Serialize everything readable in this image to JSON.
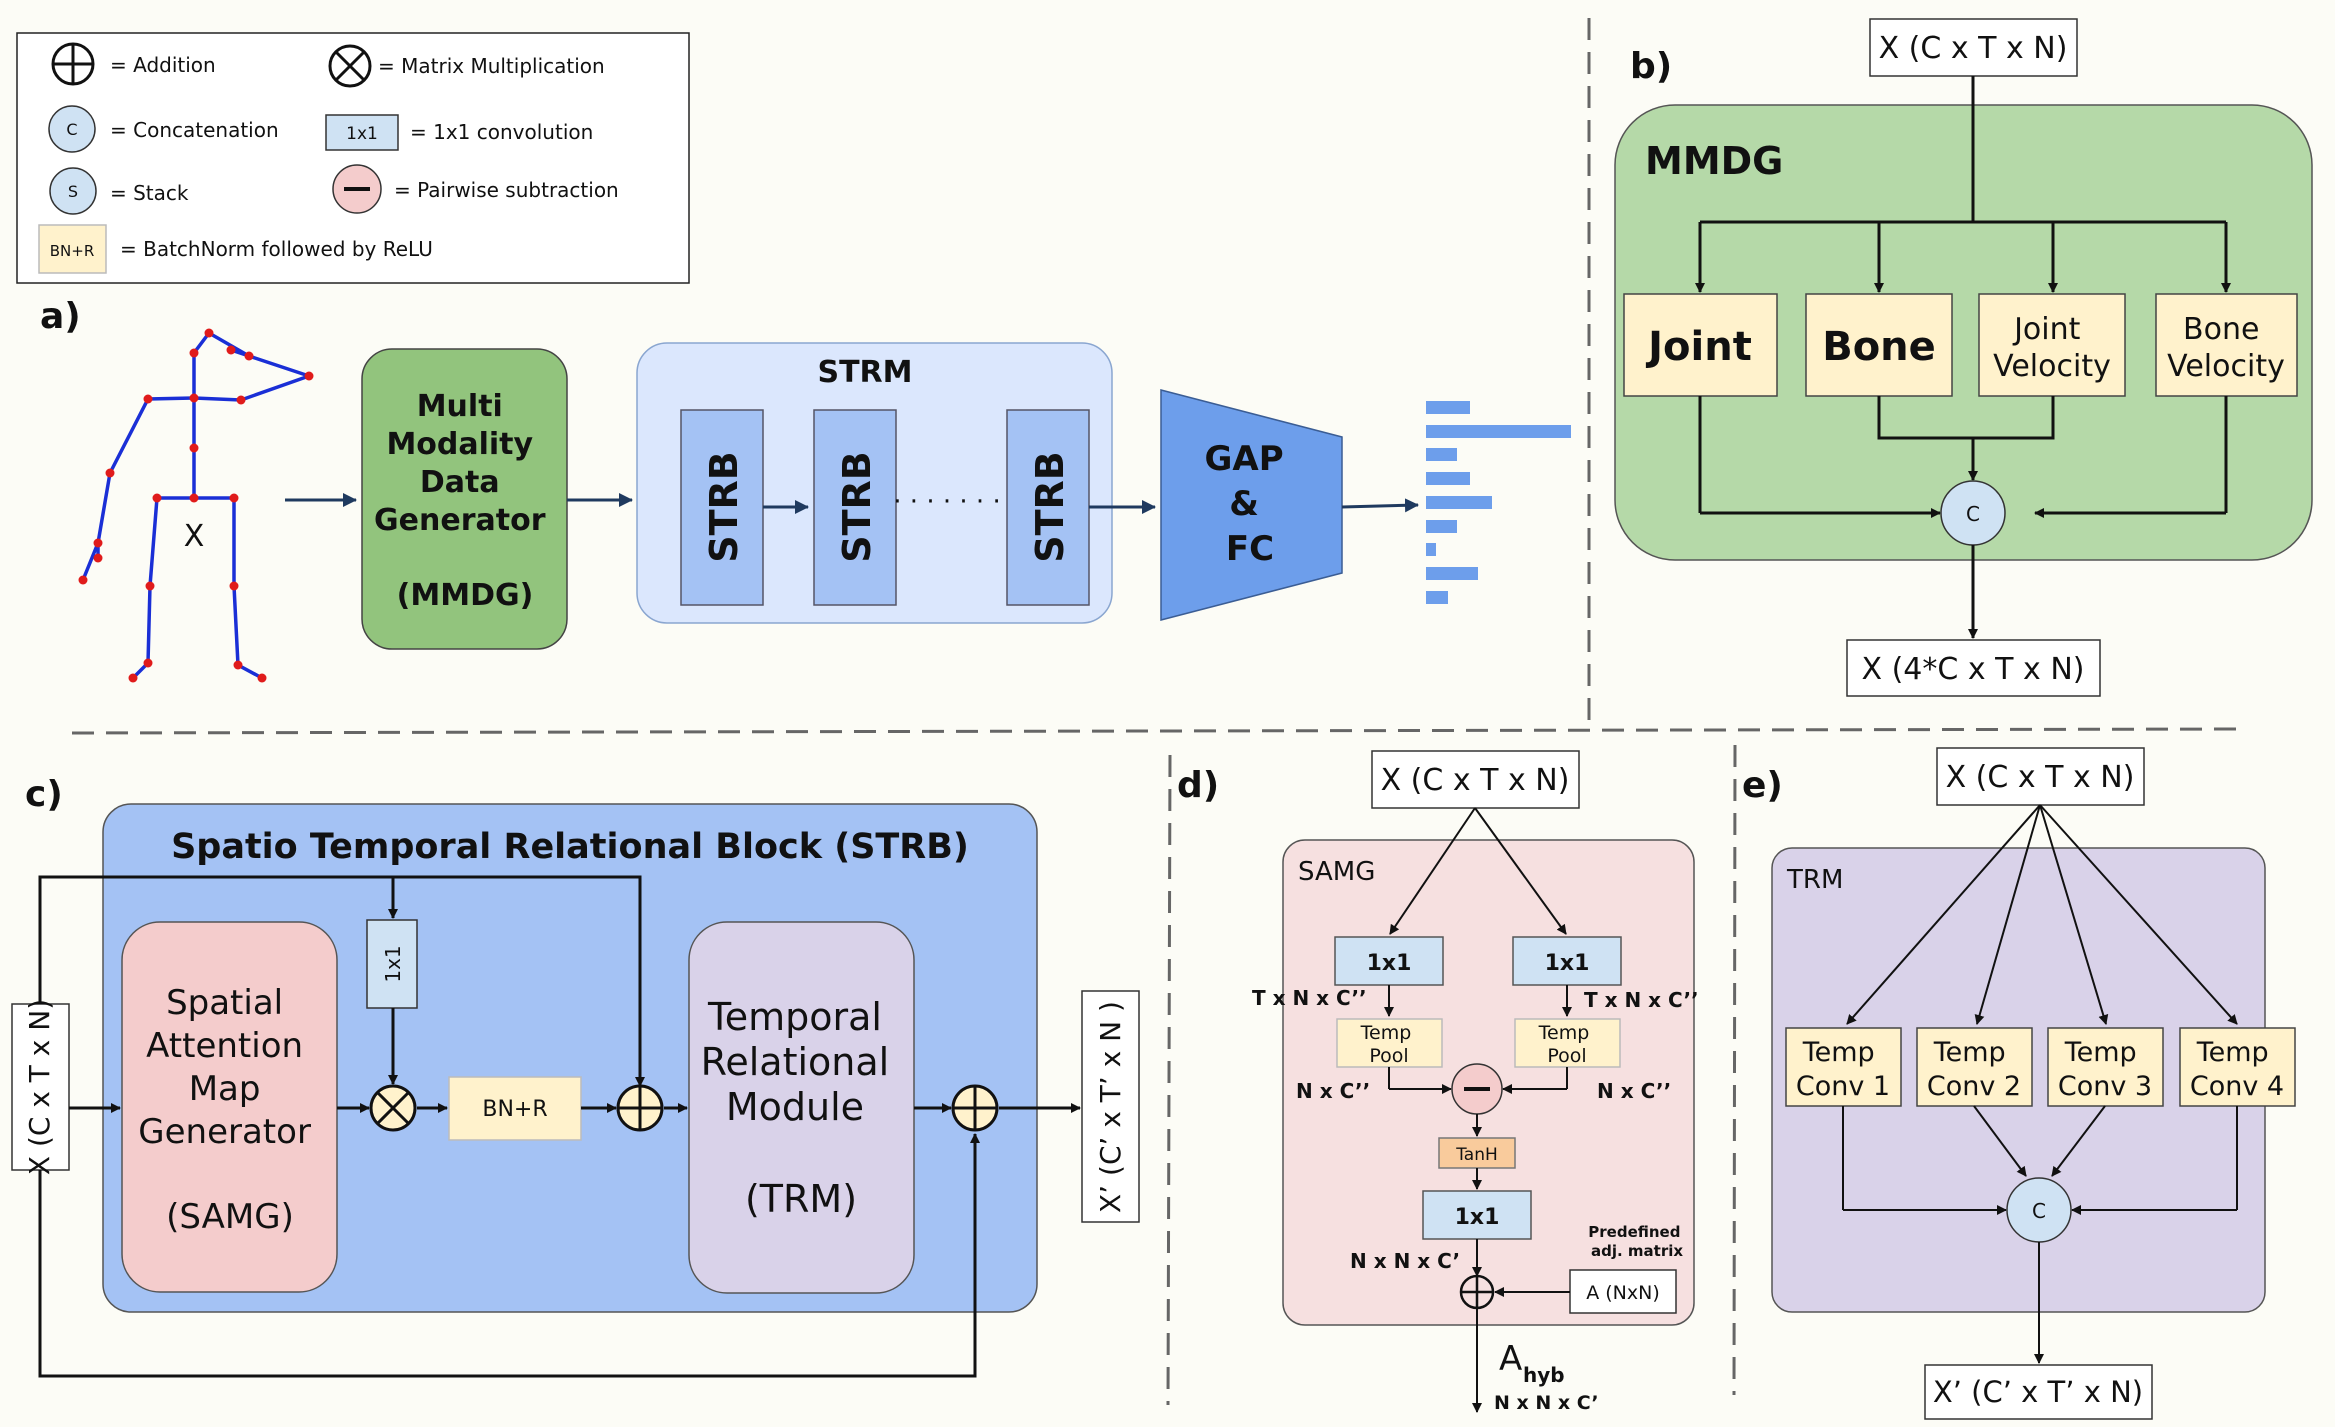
{
  "legend": {
    "addition": "= Addition",
    "matmul": "= Matrix Multiplication",
    "concat_glyph": "C",
    "concat": "= Concatenation",
    "conv_box": "1x1",
    "conv": "= 1x1 convolution",
    "stack_glyph": "S",
    "stack": "= Stack",
    "pairwise": "= Pairwise subtraction",
    "bnr_box": "BN+R",
    "bnr": "= BatchNorm followed by ReLU"
  },
  "panel_a": {
    "label": "a)",
    "skeleton_label": "X",
    "mmdg": [
      "Multi",
      "Modality",
      "Data",
      "Generator",
      "(MMDG)"
    ],
    "strm_title": "STRM",
    "strb": "STRB",
    "dots": "· · · · · · ·",
    "gap": [
      "GAP",
      "&",
      "FC"
    ]
  },
  "panel_b": {
    "label": "b)",
    "input": "X (C x T x N)",
    "title": "MMDG",
    "joint": "Joint",
    "bone": "Bone",
    "joint_velocity": [
      "Joint",
      "Velocity"
    ],
    "bone_velocity": [
      "Bone",
      "Velocity"
    ],
    "concat": "C",
    "output": "X (4*C x T x N)"
  },
  "panel_c": {
    "label": "c)",
    "title": "Spatio Temporal Relational Block (STRB)",
    "input": "X (C x T x N)",
    "samg": [
      "Spatial",
      "Attention",
      "Map",
      "Generator",
      "(SAMG)"
    ],
    "conv": "1x1",
    "bnr": "BN+R",
    "trm": [
      "Temporal",
      "Relational",
      "Module",
      "(TRM)"
    ],
    "output": "X’ (C’ x T’ x N )"
  },
  "panel_d": {
    "label": "d)",
    "input": "X (C x T x N)",
    "title": "SAMG",
    "conv": "1x1",
    "tnc_left": "T x N x C’’",
    "tnc_right": "T x N x C’’",
    "temp_pool": [
      "Temp",
      "Pool"
    ],
    "nc_left": "N x C’’",
    "nc_right": "N x C’’",
    "tanh": "TanH",
    "nnc": "N x N x C’",
    "predefined": [
      "Predefined",
      "adj. matrix"
    ],
    "adj": "A (NxN)",
    "a_main": "A",
    "a_sub": "hyb",
    "out_dims": "N x N x C’"
  },
  "panel_e": {
    "label": "e)",
    "input": "X (C x T x N)",
    "title": "TRM",
    "temp": "Temp",
    "convs": [
      "Conv 1",
      "Conv 2",
      "Conv 3",
      "Conv 4"
    ],
    "concat": "C",
    "output": "X’ (C’ x T’ x N)"
  },
  "colors": {
    "green": "#b5d9a8",
    "green_dark": "#92c47d",
    "yellow": "#fff2cc",
    "light_blue": "#cfe2f3",
    "mid_blue": "#a4c2f4",
    "blue": "#6d9eeb",
    "pink": "#f4cccc",
    "pink_bg": "#f6e0e0",
    "purple": "#d9d2e9",
    "orange": "#f9cb9c"
  }
}
